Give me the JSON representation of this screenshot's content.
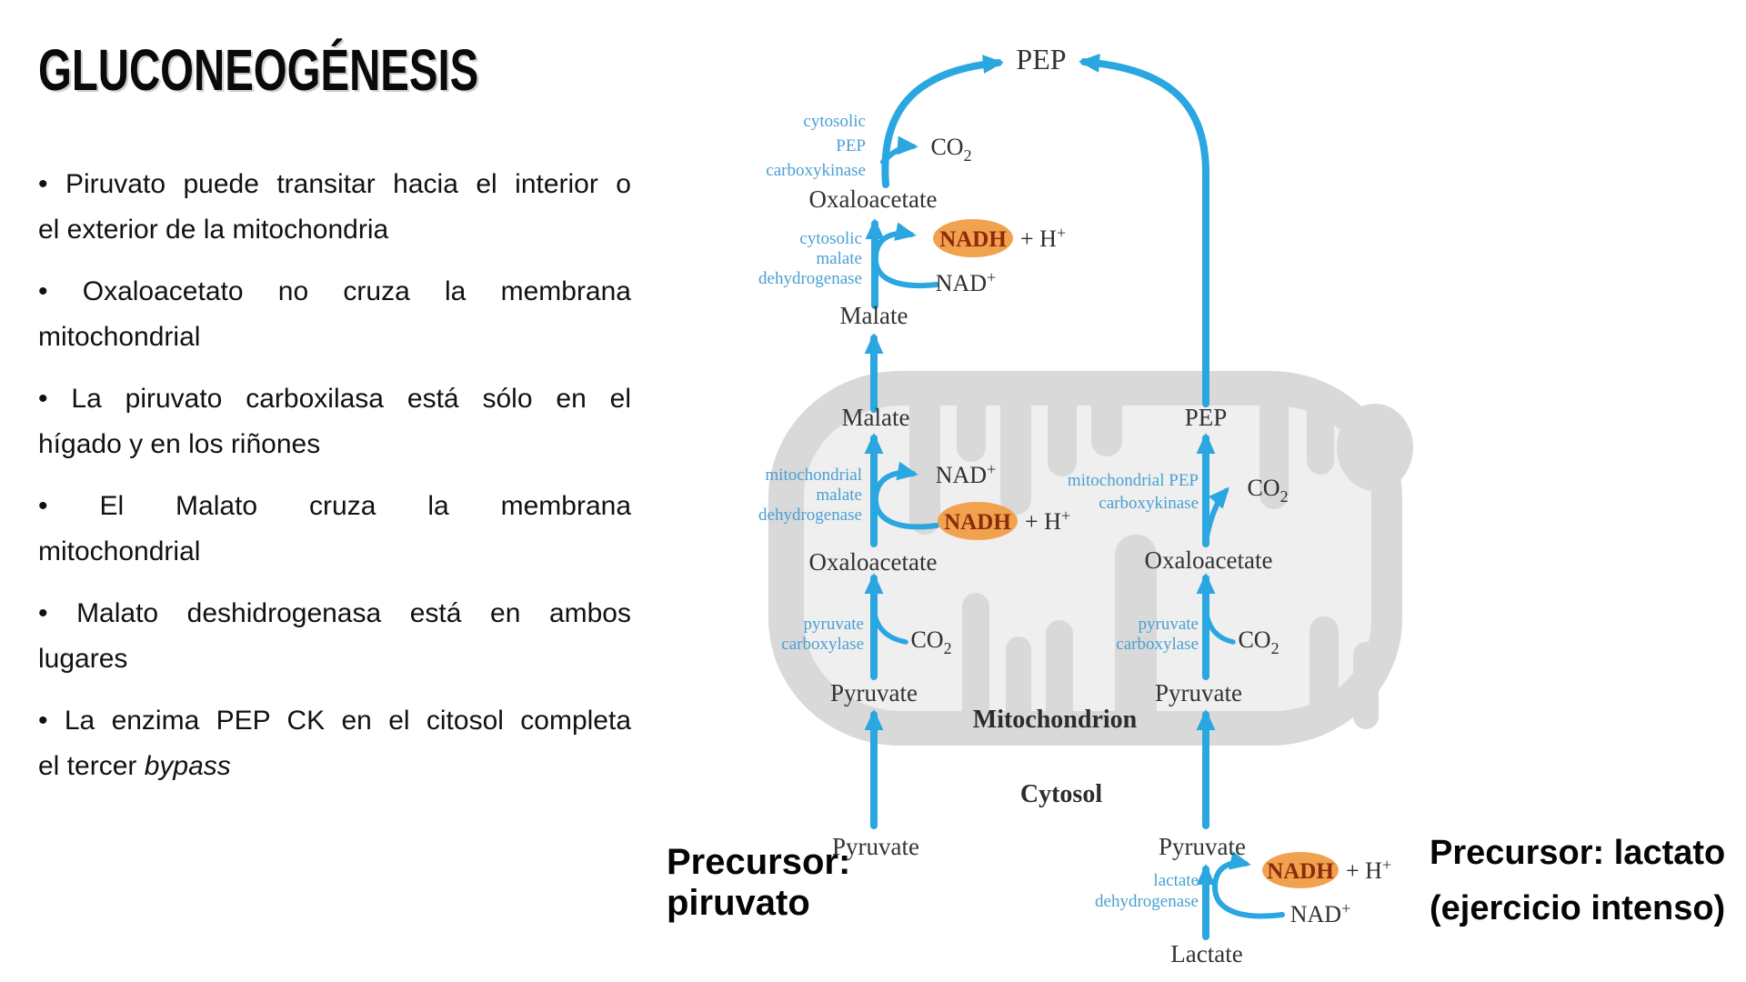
{
  "left_panel": {
    "title": "GLUCONEOGÉNESIS",
    "bullets": [
      {
        "lines": [
          "• Piruvato puede transitar hacia el interior o",
          "el exterior de la mitochondria"
        ],
        "italic": ""
      },
      {
        "lines": [
          "• Oxaloacetato no cruza la membrana",
          "mitochondrial"
        ],
        "italic": ""
      },
      {
        "lines": [
          "• La piruvato carboxilasa está sólo en el",
          "hígado y en los riñones"
        ],
        "italic": ""
      },
      {
        "lines": [
          "• El Malato cruza la membrana",
          "mitochondrial"
        ],
        "italic": ""
      },
      {
        "lines": [
          "• Malato deshidrogenasa está en ambos",
          "lugares"
        ],
        "italic": ""
      },
      {
        "lines": [
          "• La enzima PEP CK en el citosol completa",
          "el tercer "
        ],
        "italic": "bypass"
      }
    ]
  },
  "annotations": {
    "precursor_left_line1": "Precursor:",
    "precursor_left_line2": "piruvato",
    "precursor_right_line1": "Precursor: lactato",
    "precursor_right_line2": "(ejercicio intenso)"
  },
  "diagram": {
    "compartments": {
      "mitochondrion": "Mitochondrion",
      "cytosol": "Cytosol"
    },
    "metabolites": {
      "pep_top": "PEP",
      "oxaloacetate_cytosol": "Oxaloacetate",
      "malate_cytosol": "Malate",
      "malate_mito": "Malate",
      "pep_mito": "PEP",
      "oxaloacetate_mito_left": "Oxaloacetate",
      "oxaloacetate_mito_right": "Oxaloacetate",
      "pyruvate_mito_left": "Pyruvate",
      "pyruvate_mito_right": "Pyruvate",
      "pyruvate_cytosol_left": "Pyruvate",
      "pyruvate_cytosol_right": "Pyruvate",
      "lactate": "Lactate"
    },
    "cofactors": {
      "co2": {
        "base": "CO",
        "sub": "2"
      },
      "nad": {
        "base": "NAD",
        "sup": "+"
      },
      "nadh": "NADH",
      "plus_h": {
        "base": "+ H",
        "sup": "+"
      }
    },
    "enzymes": {
      "cytosolic_pep_carboxykinase": [
        "cytosolic",
        "PEP",
        "carboxykinase"
      ],
      "cytosolic_malate_dehydrogenase": [
        "cytosolic",
        "malate",
        "dehydrogenase"
      ],
      "mitochondrial_malate_dehydrogenase": [
        "mitochondrial",
        "malate",
        "dehydrogenase"
      ],
      "mitochondrial_pep_carboxykinase": [
        "mitochondrial PEP",
        "carboxykinase"
      ],
      "pyruvate_carboxylase": [
        "pyruvate",
        "carboxylase"
      ],
      "lactate_dehydrogenase": [
        "lactate",
        "dehydrogenase"
      ]
    },
    "colors": {
      "arrow_blue": "#2AA7E0",
      "enzyme_blue": "#4AA0D2",
      "nadh_ellipse_orange": "#F0A24E",
      "nadh_text_maroon": "#8E2A0A",
      "metabolite_dark": "#333333",
      "mito_outer_gray": "#D9D9D9",
      "mito_inner_gray": "#EFEFEF"
    }
  }
}
